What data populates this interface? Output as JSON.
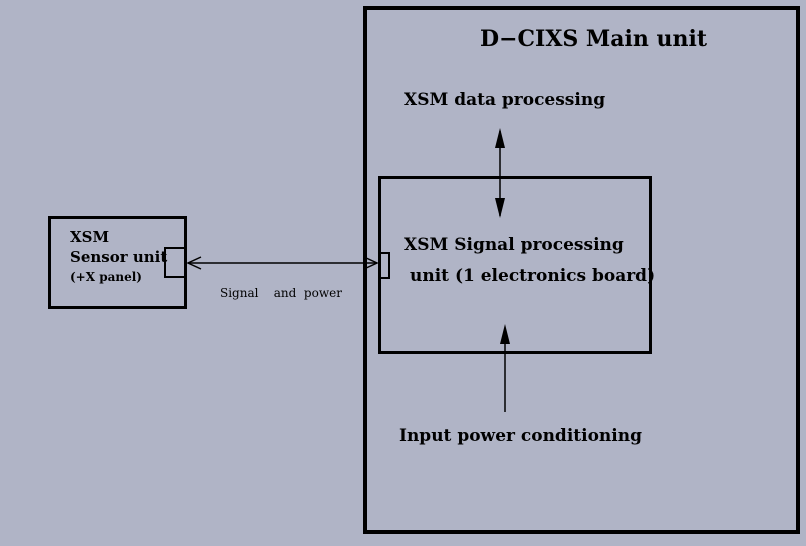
{
  "main_unit": {
    "title": "D−CIXS Main unit",
    "data_processing": "XSM data processing",
    "power_conditioning": "Input power conditioning"
  },
  "signal_board": {
    "line1": "XSM Signal processing",
    "line2": "unit (1 electronics board)"
  },
  "sensor_unit": {
    "line1": "XSM",
    "line2": "Sensor unit",
    "line3": "(+X panel)"
  },
  "link": {
    "label": "Signal    and  power"
  }
}
